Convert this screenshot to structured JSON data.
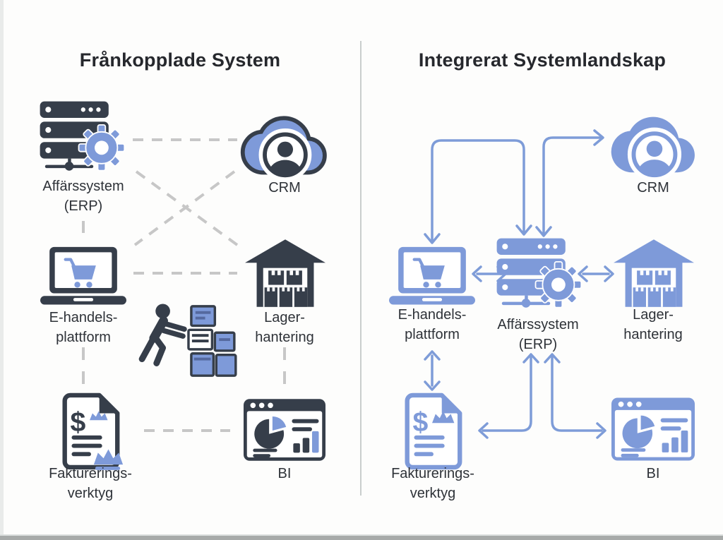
{
  "left": {
    "title": "Frånkopplade System",
    "erp": {
      "l1": "Affärssystem",
      "l2": "(ERP)"
    },
    "crm": {
      "label": "CRM"
    },
    "ecom": {
      "l1": "E-handels-",
      "l2": "plattform"
    },
    "lager": {
      "l1": "Lager-",
      "l2": "hantering"
    },
    "fakt": {
      "l1": "Fakturerings-",
      "l2": "verktyg"
    },
    "bi": {
      "label": "BI"
    }
  },
  "right": {
    "title": "Integrerat Systemlandskap",
    "crm": {
      "label": "CRM"
    },
    "ecom": {
      "l1": "E-handels-",
      "l2": "plattform"
    },
    "erp": {
      "l1": "Affärssystem",
      "l2": "(ERP)"
    },
    "lager": {
      "l1": "Lager-",
      "l2": "hantering"
    },
    "fakt": {
      "l1": "Fakturerings-",
      "l2": "verktyg"
    },
    "bi": {
      "label": "BI"
    }
  },
  "glyphs": {
    "dollar": "$"
  },
  "icons": [
    "erp-server-icon",
    "crm-cloud-icon",
    "ecommerce-laptop-icon",
    "warehouse-icon",
    "person-carrying-boxes-icon",
    "invoice-icon",
    "bi-dashboard-icon"
  ],
  "colors": {
    "ink": "#363e4a",
    "accent_blue": "#7e9ad9",
    "arrow_blue": "#7e9cd8",
    "dashed_gray": "#c7c7c7",
    "divider": "#c9cecd",
    "background": "#fdfdfc",
    "title_text": "#26282d",
    "label_text": "#2e3238"
  }
}
